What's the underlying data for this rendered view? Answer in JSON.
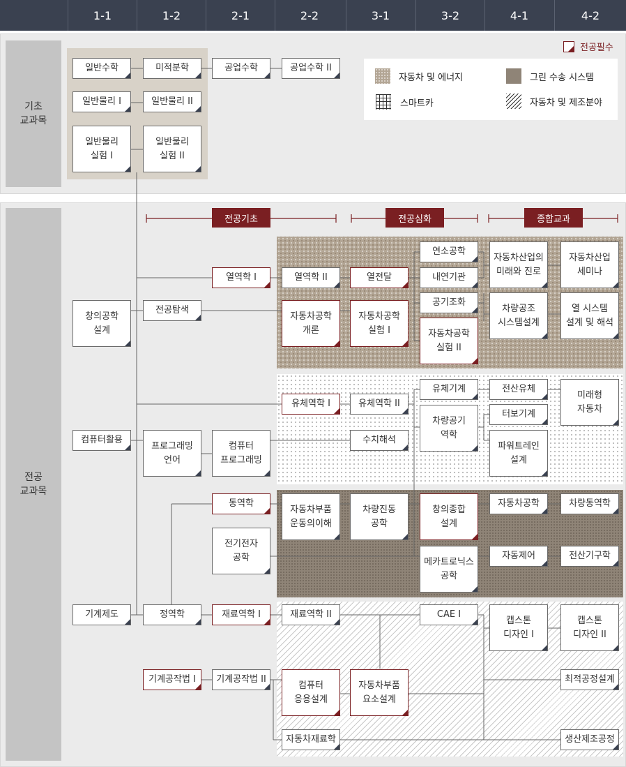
{
  "header": {
    "terms": [
      "1-1",
      "1-2",
      "2-1",
      "2-2",
      "3-1",
      "3-2",
      "4-1",
      "4-2"
    ]
  },
  "sections": {
    "basic": "기초\n교과목",
    "major": "전공\n교과목"
  },
  "legend": {
    "required": "전공필수",
    "items": [
      {
        "label": "자동차 및 에너지",
        "pattern": "dotted-tan"
      },
      {
        "label": "그린 수송 시스템",
        "pattern": "dark-tan"
      },
      {
        "label": "스마트카",
        "pattern": "grid"
      },
      {
        "label": "자동차 및 제조분야",
        "pattern": "hatch"
      }
    ]
  },
  "stages": [
    "전공기초",
    "전공심화",
    "종합교과"
  ],
  "colors": {
    "header": "#3a4150",
    "required": "#7a1f22",
    "section_bg": "#ebebeb"
  },
  "courses": {
    "c01": "일반수학",
    "c02": "미적분학",
    "c03": "공업수학",
    "c04": "공업수학 II",
    "c05": "일반물리 I",
    "c06": "일반물리 II",
    "c07": "일반물리\n실험 I",
    "c08": "일반물리\n실험 II",
    "c09": "열역학 I",
    "c10": "열역학 II",
    "c11": "열전달",
    "c12": "연소공학",
    "c13": "내연기관",
    "c14": "공기조화",
    "c15": "자동차공학\n실험 II",
    "c16": "자동차산업의\n미래와 진로",
    "c17": "자동차산업\n세미나",
    "c18": "차량공조\n시스템설계",
    "c19": "열 시스템\n설계 및 해석",
    "c20": "창의공학\n설계",
    "c21": "전공탐색",
    "c22": "자동차공학\n개론",
    "c23": "자동차공학\n실험 I",
    "c24": "유체역학 I",
    "c25": "유체역학 II",
    "c26": "유체기계",
    "c27": "전산유체",
    "c28": "미래형\n자동차",
    "c29": "차량공기\n역학",
    "c30": "터보기계",
    "c31": "파워트레인\n설계",
    "c32": "컴퓨터활용",
    "c33": "프로그래밍\n언어",
    "c34": "컴퓨터\n프로그래밍",
    "c35": "수치해석",
    "c36": "동역학",
    "c37": "자동차부품\n운동의이해",
    "c38": "차량진동\n공학",
    "c39": "창의종합\n설계",
    "c40": "자동차공학",
    "c41": "차량동역학",
    "c42": "전기전자\n공학",
    "c43": "메카트로닉스\n공학",
    "c44": "자동제어",
    "c45": "전산기구학",
    "c46": "기계제도",
    "c47": "정역학",
    "c48": "재료역학 I",
    "c49": "재료역학 II",
    "c50": "CAE I",
    "c51": "캡스톤\n디자인 I",
    "c52": "캡스톤\n디자인 II",
    "c53": "기계공작법 I",
    "c54": "기계공작법 II",
    "c55": "컴퓨터\n응용설계",
    "c56": "자동차부품\n요소설계",
    "c57": "최적공정설계",
    "c58": "자동차재료학",
    "c59": "생산제조공정"
  }
}
